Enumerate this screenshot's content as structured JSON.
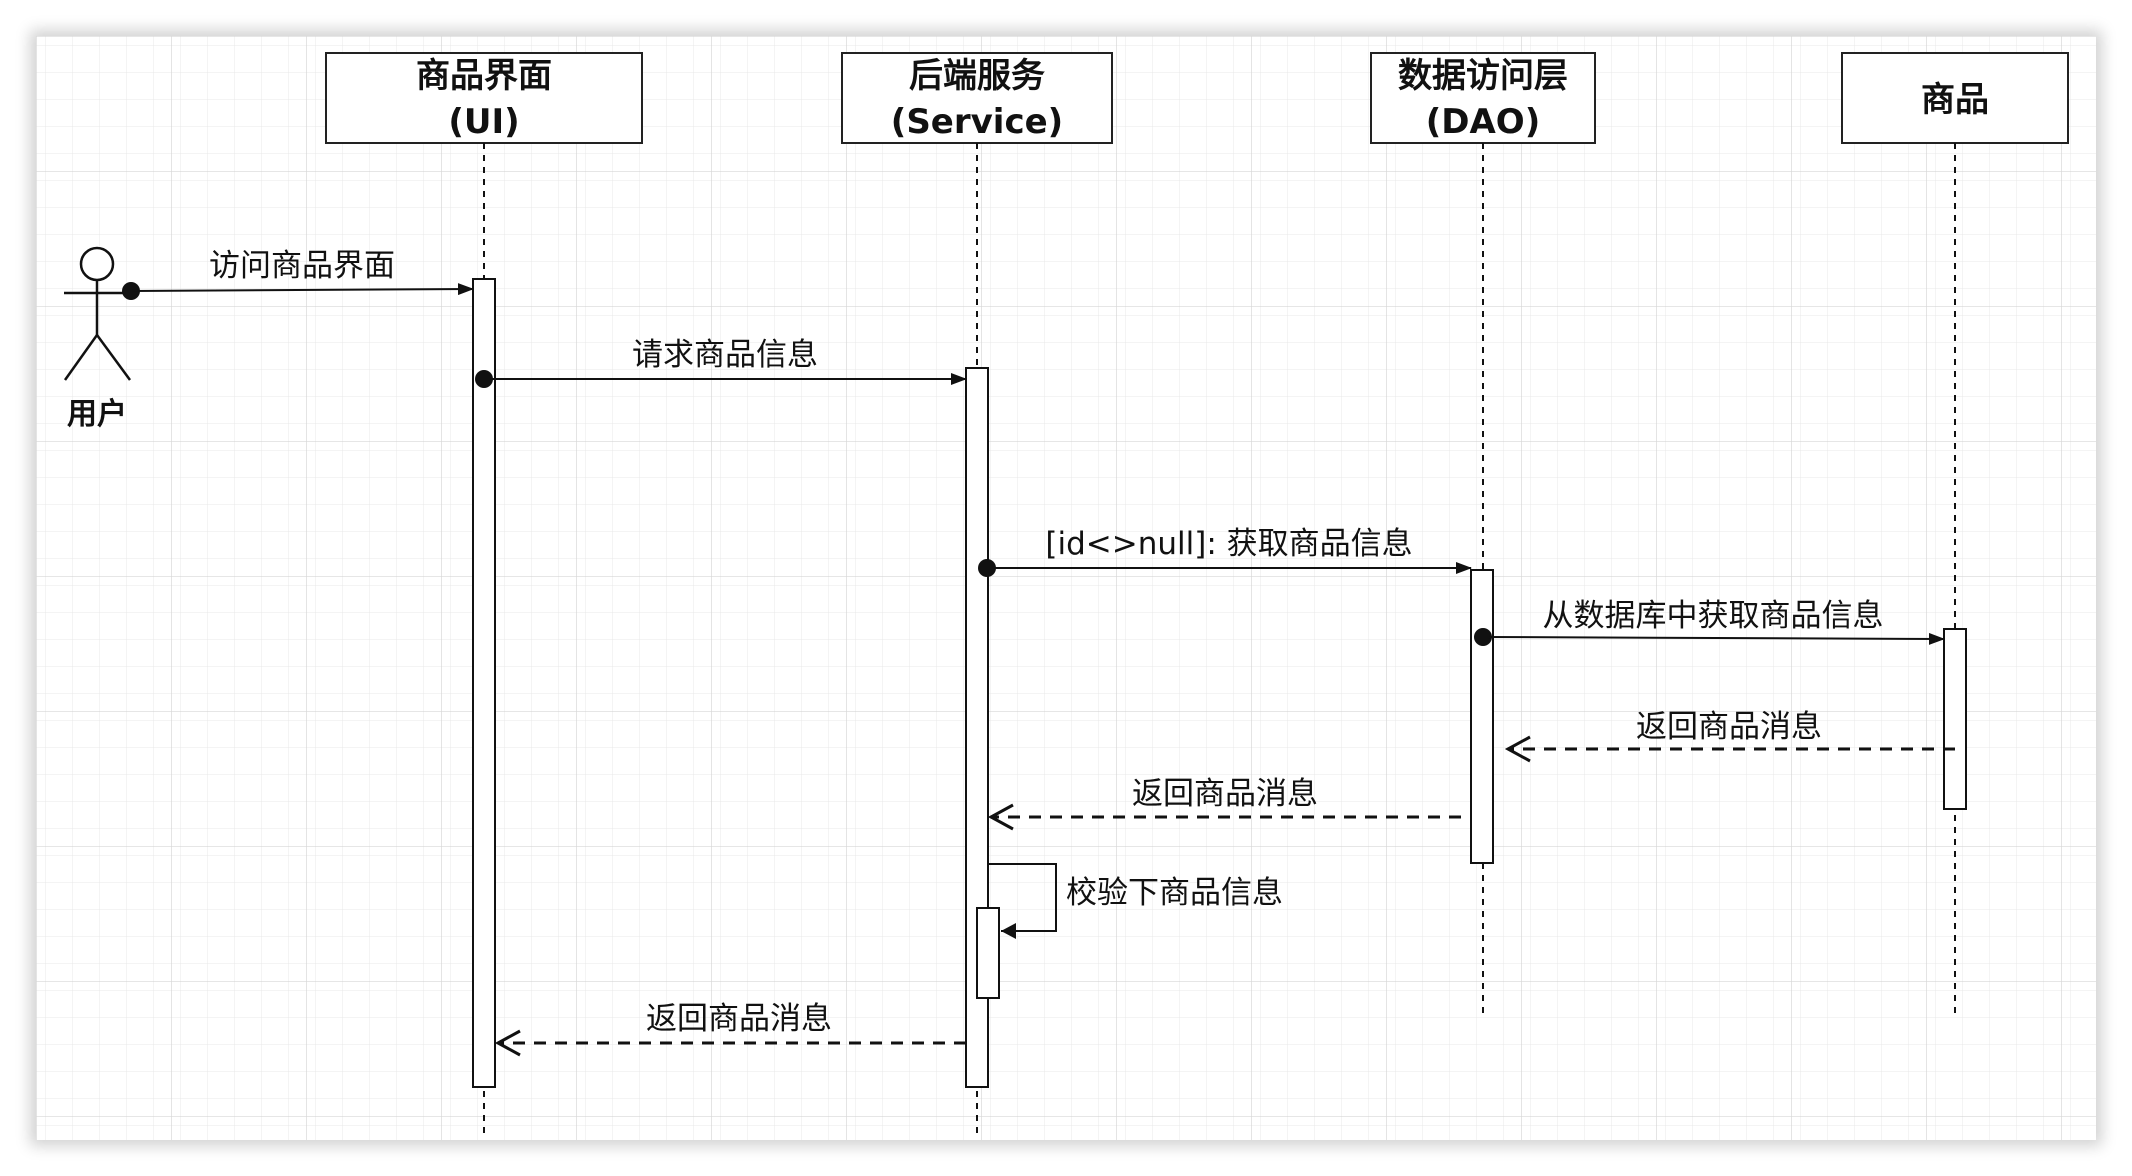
{
  "actor": {
    "name": "用户"
  },
  "lifelines": [
    {
      "id": "ui",
      "title": "商品界面",
      "subtitle": "(UI)"
    },
    {
      "id": "service",
      "title": "后端服务",
      "subtitle": "(Service)"
    },
    {
      "id": "dao",
      "title": "数据访问层",
      "subtitle": "(DAO)"
    },
    {
      "id": "product",
      "title": "商品",
      "subtitle": ""
    }
  ],
  "messages": [
    {
      "from": "actor",
      "to": "ui",
      "label": "访问商品界面",
      "kind": "sync"
    },
    {
      "from": "ui",
      "to": "service",
      "label": "请求商品信息",
      "kind": "sync"
    },
    {
      "from": "service",
      "to": "dao",
      "label": "[id<>null]: 获取商品信息",
      "kind": "sync"
    },
    {
      "from": "dao",
      "to": "product",
      "label": "从数据库中获取商品信息",
      "kind": "sync"
    },
    {
      "from": "product",
      "to": "dao",
      "label": "返回商品消息",
      "kind": "return"
    },
    {
      "from": "dao",
      "to": "service",
      "label": "返回商品消息",
      "kind": "return"
    },
    {
      "from": "service",
      "to": "service",
      "label": "校验下商品信息",
      "kind": "self"
    },
    {
      "from": "service",
      "to": "ui",
      "label": "返回商品消息",
      "kind": "return"
    }
  ],
  "colors": {
    "grid": "#dcdcdc",
    "line": "#111111",
    "box_border": "#222222"
  }
}
